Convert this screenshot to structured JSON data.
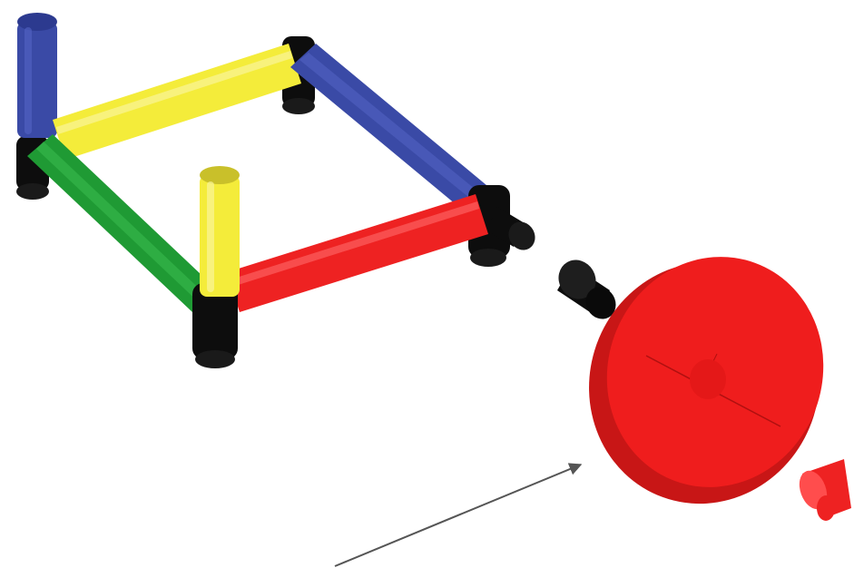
{
  "colors": {
    "background": "#ffffff",
    "connector": "#0d0d0d",
    "blue_tube": "#3a4aa6",
    "yellow_tube": "#f4ec3a",
    "green_tube": "#1f9a34",
    "red_tube": "#ee2222",
    "wheel": "#ef1d1d",
    "arrow": "#555555"
  },
  "parts": [
    "blue-upright-tube",
    "yellow-tube",
    "blue-tube",
    "green-tube",
    "red-tube",
    "yellow-upright-tube",
    "black-connectors",
    "loose-black-connector",
    "red-wheel",
    "red-axle-pin",
    "pointer-arrow"
  ]
}
